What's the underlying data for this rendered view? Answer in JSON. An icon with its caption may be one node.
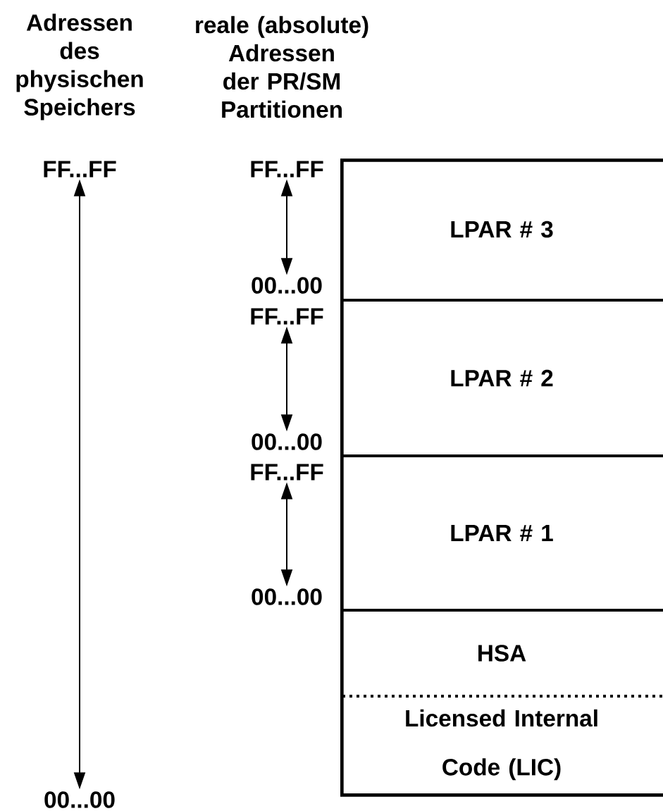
{
  "diagram": {
    "nodes": [
      {
        "text": [],
        "shape": "box"
      },
      {
        "text": [
          "LPAR # 3"
        ],
        "in": 0
      },
      {
        "text": [
          "LPAR # 2"
        ],
        "in": 0
      },
      {
        "text": [
          "LPAR # 1"
        ],
        "in": 0
      },
      {
        "text": [
          "HSA"
        ],
        "in": 0
      },
      {
        "text": [
          "Licensed Internal Code (LIC)"
        ],
        "in": 0
      },
      {
        "text": [
          "FF...FF"
        ]
      },
      {
        "text": [
          "00...00"
        ]
      },
      {
        "text": [
          "FF...FF"
        ]
      },
      {
        "text": [
          "00...00"
        ]
      },
      {
        "text": [
          "FF...FF"
        ]
      },
      {
        "text": [
          "00...00"
        ]
      },
      {
        "text": [
          "FF...FF"
        ]
      },
      {
        "text": [
          "00...00"
        ]
      }
    ],
    "edges": [
      {
        "from": 6,
        "to": 7,
        "arrow": "both"
      },
      {
        "from": 8,
        "to": 9,
        "arrow": "both"
      },
      {
        "from": 10,
        "to": 11,
        "arrow": "both"
      },
      {
        "from": 12,
        "to": 13,
        "arrow": "both"
      }
    ],
    "labels": [
      "Adressen des physischen Speichers",
      "reale (absolute) Adressen der PR/SM Partitionen"
    ]
  }
}
